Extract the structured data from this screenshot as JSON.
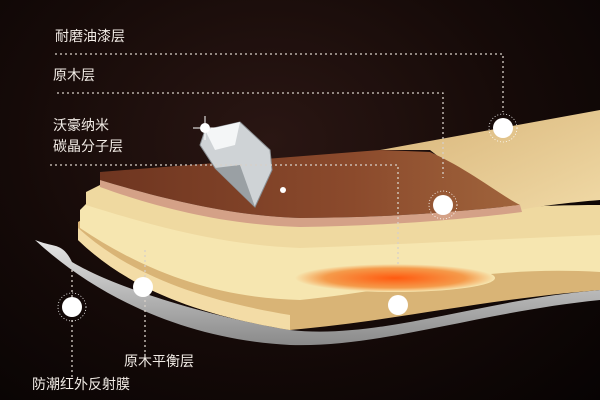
{
  "labels": {
    "wear_layer": "耐磨油漆层",
    "wood_layer": "原木层",
    "carbon_layer_line1": "沃豪纳米",
    "carbon_layer_line2": "碳晶分子层",
    "balance_layer": "原木平衡层",
    "moisture_film": "防潮红外反射膜"
  },
  "colors": {
    "background": "#150a08",
    "top_veneer": "#7a4127",
    "light_wood": "#e8cf95",
    "core": "#f6e6b0",
    "heat_glow": "#f07a2a",
    "film": "#bdbdbd",
    "marker": "#ffffff"
  }
}
